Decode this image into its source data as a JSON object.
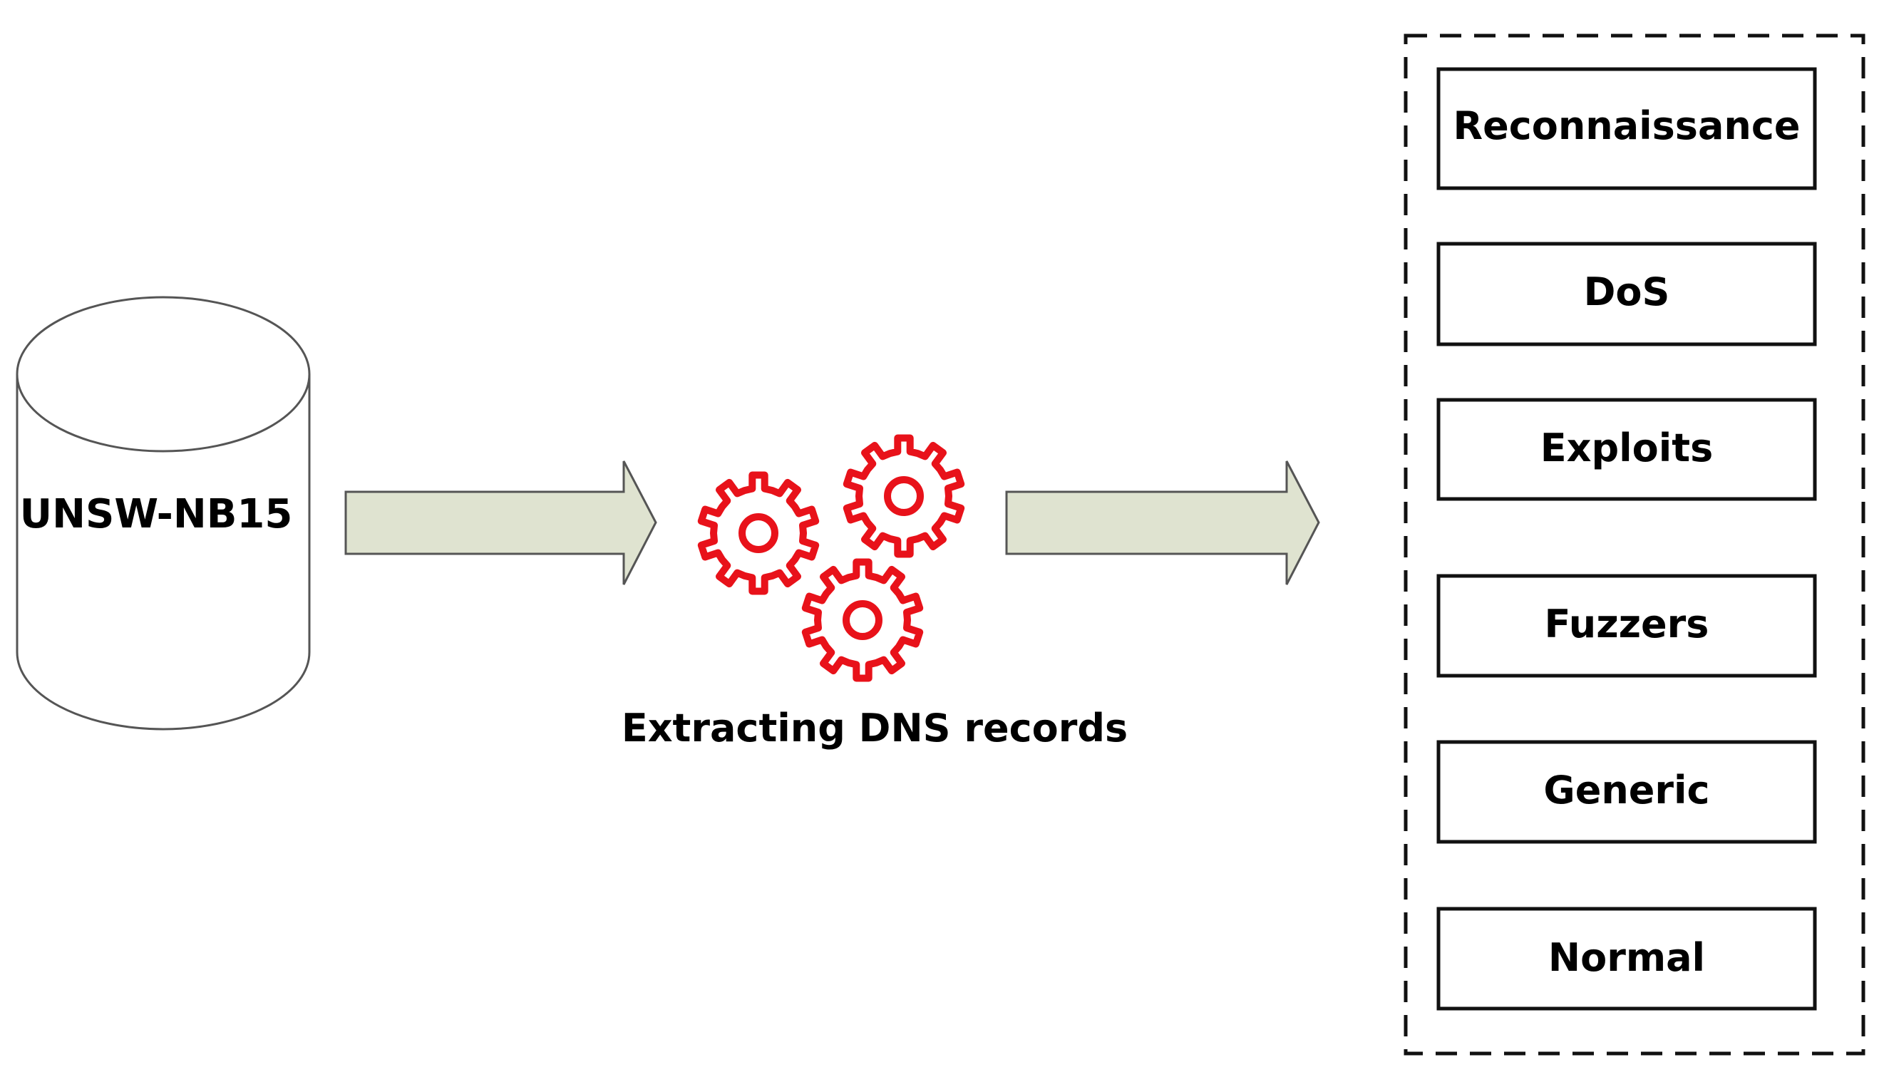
{
  "source": {
    "label": "UNSW-NB15",
    "icon": "database-cylinder-icon"
  },
  "process": {
    "label": "Extracting DNS records",
    "icon": "gears-icon",
    "icon_color": "#e8121a"
  },
  "arrow_fill": "#dfe3d0",
  "categories": [
    "Reconnaissance",
    "DoS",
    "Exploits",
    "Fuzzers",
    "Generic",
    "Normal"
  ]
}
